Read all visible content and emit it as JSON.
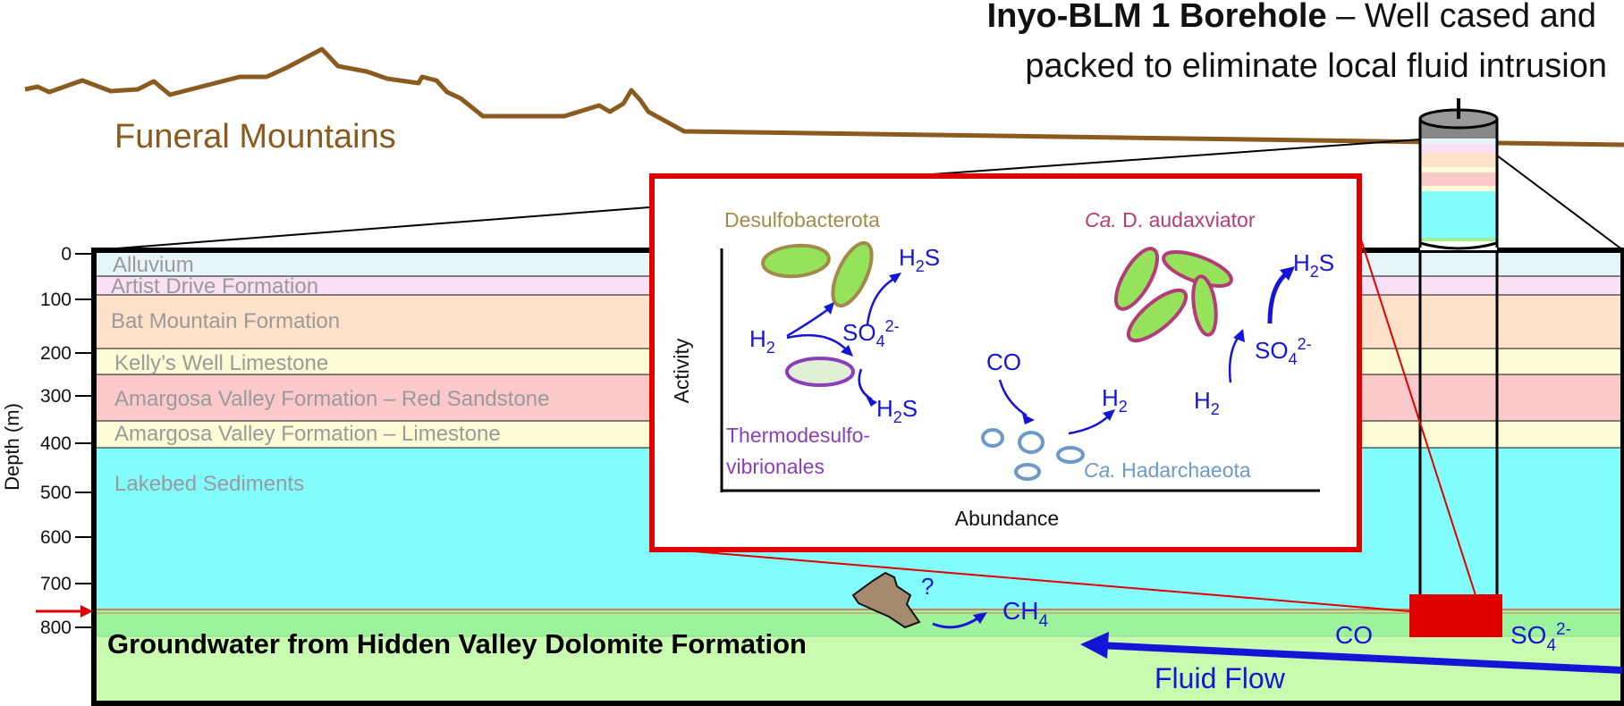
{
  "title": {
    "bold": "Inyo-BLM 1 Borehole",
    "rest": " – Well cased and",
    "line2": "packed to eliminate local fluid intrusion"
  },
  "mountains_label": "Funeral Mountains",
  "depth_axis": {
    "label": "Depth (m)",
    "ticks": [
      "0",
      "100",
      "200",
      "300",
      "400",
      "500",
      "600",
      "700",
      "800"
    ]
  },
  "layers": [
    {
      "name": "Alluvium",
      "color": "#e6f5fa"
    },
    {
      "name": "Artist Drive Formation",
      "color": "#f9e0f4"
    },
    {
      "name": "Bat Mountain Formation",
      "color": "#fde1c9"
    },
    {
      "name": "Kelly’s Well Limestone",
      "color": "#fdfbd6"
    },
    {
      "name": "Amargosa Valley Formation – Red Sandstone",
      "color": "#fbc9c9"
    },
    {
      "name": "Amargosa Valley Formation – Limestone",
      "color": "#fdfbd6"
    },
    {
      "name": "Lakebed Sediments",
      "color": "#82fcfc"
    }
  ],
  "groundwater_label": "Groundwater from Hidden Valley Dolomite Formation",
  "groundwater_colors": {
    "band": "#9cf39c",
    "base": "#c8fbb0"
  },
  "flow": {
    "co": "CO",
    "so4": "SO",
    "so4_sub": "4",
    "so4_sup": "2-",
    "fluid_flow": "Fluid Flow",
    "ch4": "CH",
    "ch4_sub": "4",
    "question": "?"
  },
  "inset": {
    "x_label": "Abundance",
    "y_label": "Activity",
    "taxa": {
      "desulfobacterota": "Desulfobacterota",
      "thermodesulfo_1": "Thermodesulfo-",
      "thermodesulfo_2": "vibrionales",
      "audax_italic": "Ca.",
      "audax_rest": " D. audaxviator",
      "hadar_italic": "Ca.",
      "hadar_rest": " Hadarchaeota"
    },
    "chem": {
      "h2": "H",
      "sub2": "2",
      "h2s": "H",
      "s": "S",
      "so4": "SO",
      "sub4": "4",
      "sup2": "2-",
      "co": "CO"
    }
  },
  "colors": {
    "accent_red": "#e00000",
    "arrow_blue": "#1515d6",
    "ground_brown": "#8a5a1e"
  }
}
